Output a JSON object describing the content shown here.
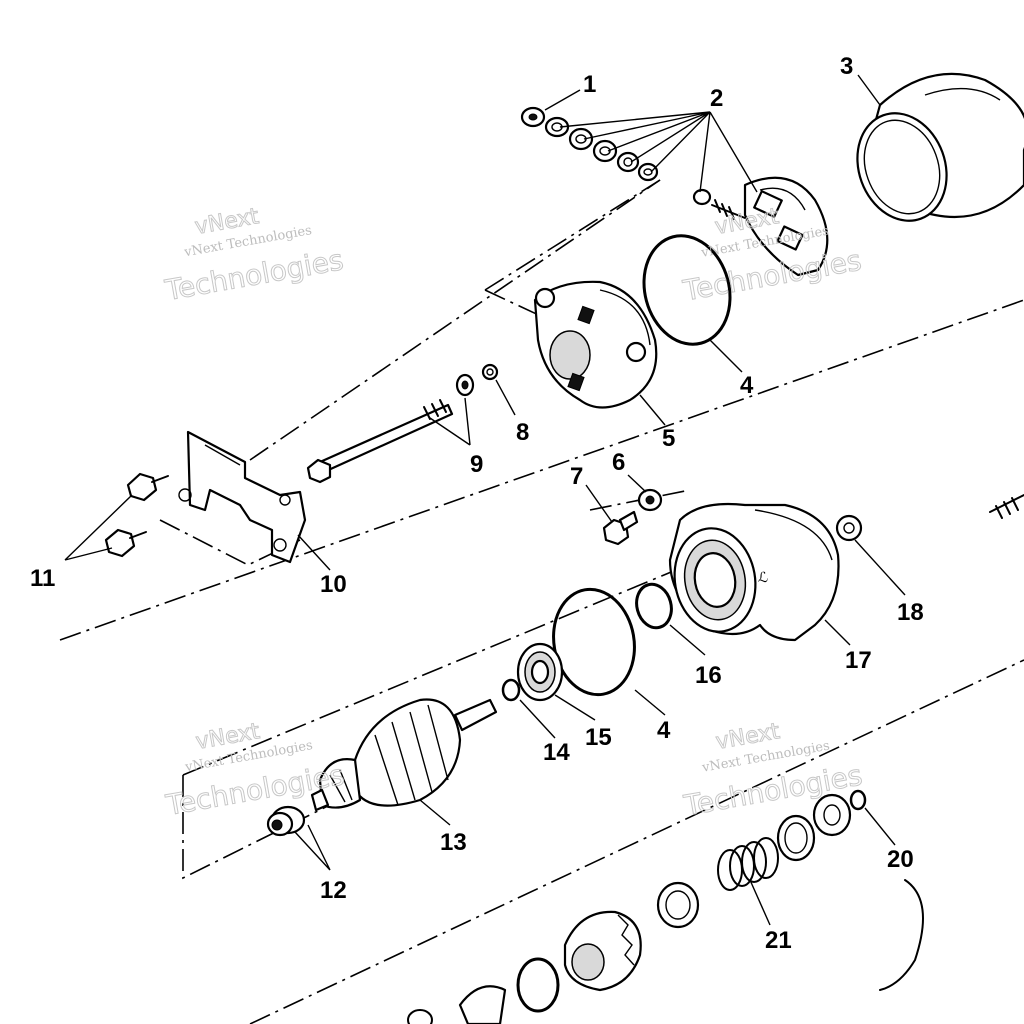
{
  "callouts": [
    "1",
    "2",
    "3",
    "4",
    "5",
    "6",
    "7",
    "8",
    "9",
    "10",
    "11",
    "12",
    "13",
    "14",
    "15",
    "16",
    "17",
    "18",
    "20",
    "21",
    "4"
  ],
  "watermark": {
    "line1": "vNext Technologies",
    "big_top": "vNext",
    "big_bottom": "Technologies"
  }
}
